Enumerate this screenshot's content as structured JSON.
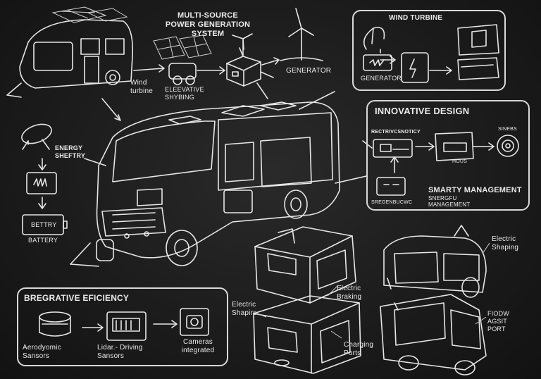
{
  "header": {
    "line1": "MULTI-SOURCE",
    "line2": "POWER GENERATION SYSTEM"
  },
  "labels": {
    "wind_turbine_small": "Wind\nturbine",
    "elevative": "ELEEVATIVE\nSHYBING",
    "generator_center": "GENERATOR",
    "energy_safety": "ENERGY\nSHEFTRY",
    "battery_box": "BETTRY",
    "battery": "BATTERY"
  },
  "wind_panel": {
    "title": "WIND TURBINE",
    "generator": "GENERATOR"
  },
  "innovative_panel": {
    "title": "INNOVATIVE DESIGN",
    "box_label": "RECTRIVCSNOTICY",
    "hous": "HOUS",
    "sinebs": "SINEBS",
    "sreg": "SREGENBUCWC",
    "smarty_title": "SMARTY MANAGEMENT",
    "smarty_sub": "SNERGFU\nMANAGEMENT"
  },
  "regen_panel": {
    "title": "BREGRATIVE EFICIENCY",
    "item1": "Aerodyomic\nSansors",
    "item2": "Lidar.- Driving\nSansors",
    "item3": "Cameras\nintegrated"
  },
  "bottom_labels": {
    "electric_braking": "Electric\nBraking",
    "electric_shapirs": "Electric\nShapirs",
    "charging_ports": "Charging\nPorts",
    "electric_shaping": "Electric\nShaping",
    "fiodw": "FIODW\nAGSIT\nPORT"
  },
  "colors": {
    "chalk": "#e8e8e8",
    "board": "#1b1b1b"
  }
}
